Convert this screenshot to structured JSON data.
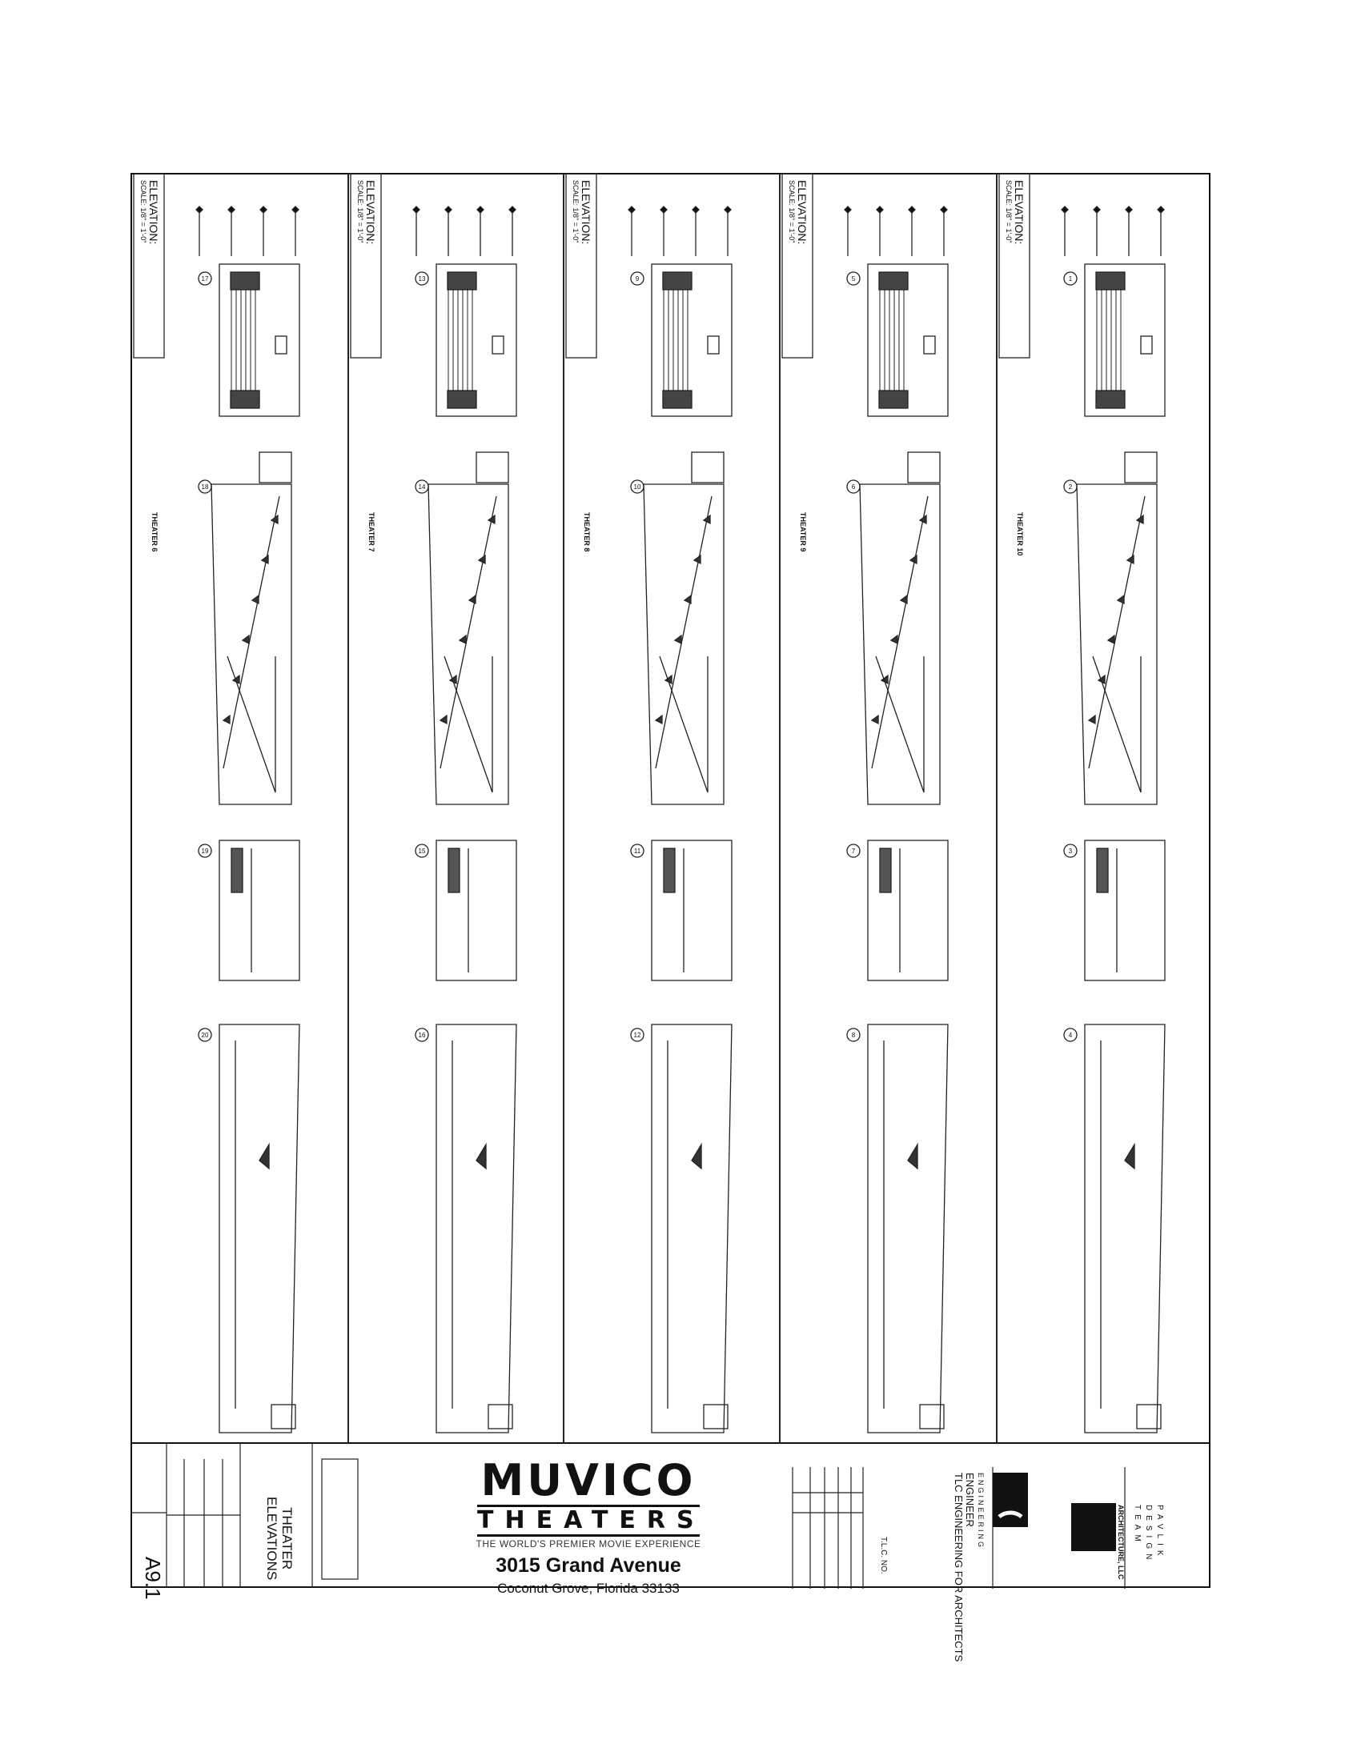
{
  "elevation_header": {
    "title": "ELEVATION:",
    "scale": "SCALE: 1/8\" = 1'-0\""
  },
  "theaters": [
    {
      "label": "THEATER 6",
      "callouts": [
        "17",
        "18",
        "19",
        "20"
      ]
    },
    {
      "label": "THEATER 7",
      "callouts": [
        "13",
        "14",
        "15",
        "16"
      ]
    },
    {
      "label": "THEATER 8",
      "callouts": [
        "9",
        "10",
        "11",
        "12"
      ]
    },
    {
      "label": "THEATER 9",
      "callouts": [
        "5",
        "6",
        "7",
        "8"
      ]
    },
    {
      "label": "THEATER 10",
      "callouts": [
        "1",
        "2",
        "3",
        "4"
      ]
    }
  ],
  "title_block": {
    "sheet_number": "A9.1",
    "sheet_title_line1": "THEATER",
    "sheet_title_line2": "ELEVATIONS",
    "brand": "MUVICO",
    "brand_sub": "THEATERS",
    "tagline": "THE WORLD'S PREMIER MOVIE EXPERIENCE",
    "address": "3015 Grand Avenue",
    "city": "Coconut Grove, Florida 33133",
    "engineer": {
      "logo_text": "ENGINEERING",
      "heading": "ENGINEER",
      "firm": "TLC ENGINEERING FOR ARCHITECTS",
      "contact_ref": "T.L.C. NO."
    },
    "architect": {
      "logo_lines": [
        "PAVLIK",
        "DESIGN",
        "TEAM"
      ],
      "firm": "ARCHITECTURE, LLC"
    }
  }
}
